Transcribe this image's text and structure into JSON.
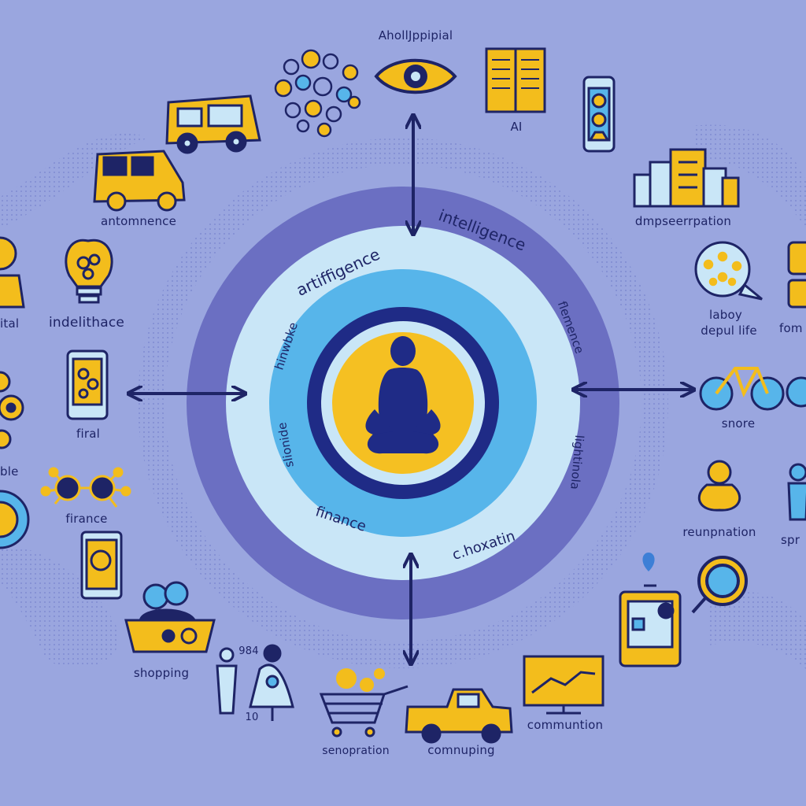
{
  "colors": {
    "background": "#9aa6df",
    "outer_ring": "#6b6fc2",
    "middle_ring": "#c9e6f7",
    "inner_ring": "#57b5ea",
    "core_ring": "#1f2b86",
    "core_fill": "#f5c022",
    "navy": "#1e2466",
    "yellow": "#f3bd1c"
  },
  "ring_labels": {
    "top_left": "artiffigence",
    "top_right": "intelligence",
    "left_upper": "hinwbke",
    "right_upper": "flemence",
    "left_lower": "slionide",
    "right_lower": "lightinola",
    "bottom_left": "finance",
    "bottom_right": "c.hoxatin"
  },
  "labels": {
    "top_eye": "AhollJppipial",
    "top_book": "AI",
    "automotive": "antomnence",
    "bulb": "indelithace",
    "left_edge_top": "ital",
    "left_phone": "firal",
    "left_edge_mid": "ble",
    "finance": "firance",
    "shopping": "shopping",
    "people_number": "984",
    "people_bottom": "10",
    "cart": "senopration",
    "truck": "comnuping",
    "monitor": "communtion",
    "pawn": "reunpnation",
    "right_edge_pawn": "spr",
    "bike": "snore",
    "labor": "laboy",
    "daily_life": "depul life",
    "right_edge_top": "fom",
    "city": "dmpseerrpation"
  },
  "icons": [
    "network-cluster-icon",
    "eye-icon",
    "book-icon",
    "smartphone-icon",
    "bus-icon",
    "van-icon",
    "lightbulb-icon",
    "person-icon",
    "city-icon",
    "chat-network-icon",
    "bicycle-icon",
    "pawn-icon",
    "magnifier-icon",
    "map-pin-icon",
    "tablet-icon",
    "shopping-basket-icon",
    "people-icon",
    "shopping-cart-icon",
    "gear-icon",
    "pickup-truck-icon",
    "monitor-chart-icon",
    "meditating-person-icon"
  ]
}
